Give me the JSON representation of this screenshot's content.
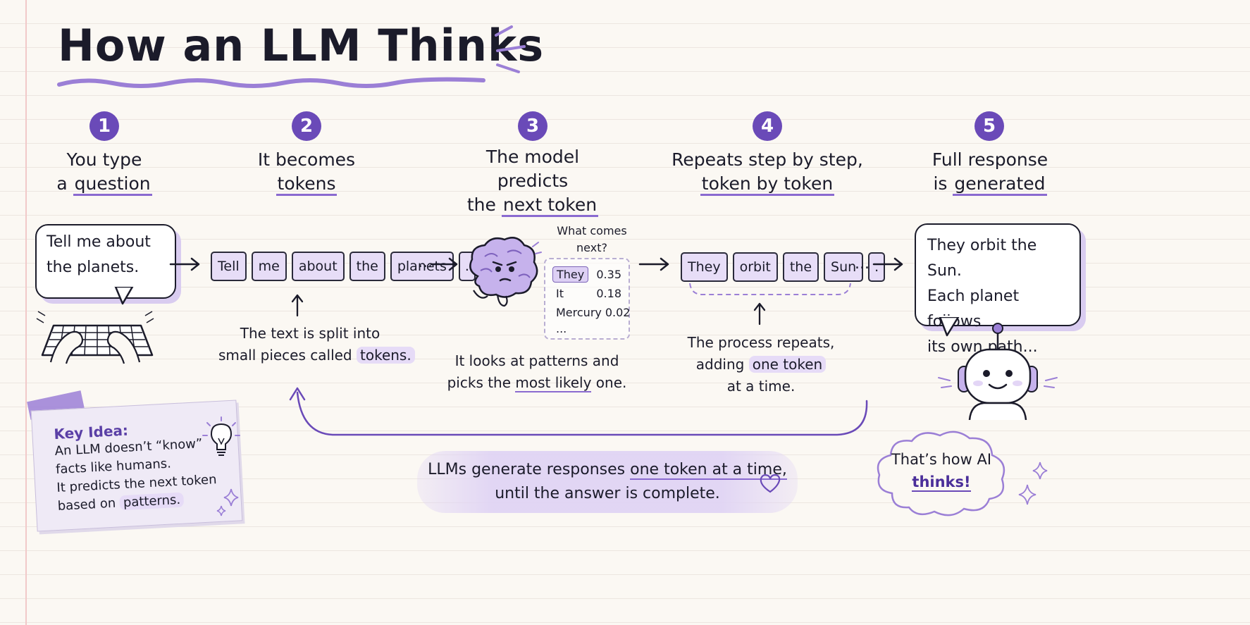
{
  "title": "How an LLM Thinks",
  "steps": [
    {
      "number": "1",
      "line1": "You type",
      "line2_pre": "a ",
      "line2_hl": "question"
    },
    {
      "number": "2",
      "line1": "It becomes",
      "line2_hl": "tokens"
    },
    {
      "number": "3",
      "line1": "The model",
      "line2": "predicts",
      "line3_pre": "the ",
      "line3_hl": "next token"
    },
    {
      "number": "4",
      "line1": "Repeats step by step,",
      "line2_hl": "token by token"
    },
    {
      "number": "5",
      "line1": "Full response",
      "line2_pre": "is ",
      "line2_hl": "generated"
    }
  ],
  "user_bubble": {
    "line1": "Tell me about",
    "line2": "the planets."
  },
  "input_tokens": [
    "Tell",
    "me",
    "about",
    "the",
    "planets",
    "."
  ],
  "ellipsis": "...",
  "step2_note": {
    "line1": "The text is split into",
    "line2_pre": "small pieces called ",
    "line2_hl": "tokens."
  },
  "prediction": {
    "question_line1": "What comes",
    "question_line2": "next?",
    "candidates": [
      {
        "token": "They",
        "prob": "0.35"
      },
      {
        "token": "It",
        "prob": "0.18"
      },
      {
        "token": "Mercury",
        "prob": "0.02"
      }
    ],
    "more": "..."
  },
  "step3_note": {
    "line1": "It looks at patterns and",
    "line2_pre": "picks the ",
    "line2_hl": "most likely",
    "line2_post": " one."
  },
  "output_tokens": [
    "They",
    "orbit",
    "the",
    "Sun",
    "."
  ],
  "step4_note": {
    "line1": "The process repeats,",
    "line2_pre": "adding ",
    "line2_hl": "one token",
    "line3": "at a time."
  },
  "response_bubble": {
    "line1": "They orbit the Sun.",
    "line2": "Each planet follows",
    "line3": "its own path..."
  },
  "key_idea": {
    "title": "Key Idea:",
    "line1": "An LLM doesn’t “know”",
    "line2": "facts like humans.",
    "line3": "It predicts the next token",
    "line4_pre": "based on ",
    "line4_hl": "patterns."
  },
  "summary": {
    "line1_pre": "LLMs generate responses ",
    "line1_hl": "one token at a time,",
    "line2": "until the answer is complete."
  },
  "cloud": {
    "line1": "That’s how AI",
    "line2": "thinks!"
  },
  "colors": {
    "accent": "#6a4ab8",
    "highlight": "#e6dbf7",
    "ink": "#1b1b2a"
  }
}
